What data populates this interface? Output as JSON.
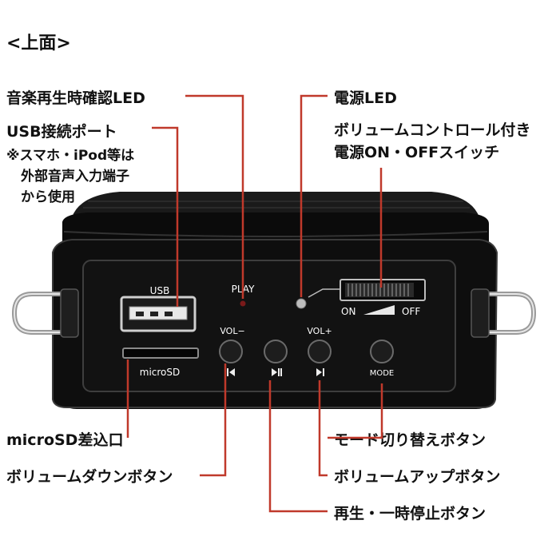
{
  "title": "<上面>",
  "callouts": {
    "play_led": "音楽再生時確認LED",
    "usb_port": "USB接続ポート",
    "usb_note": [
      "※スマホ・iPod等は",
      "外部音声入力端子",
      "から使用"
    ],
    "power_led": "電源LED",
    "volume_switch": [
      "ボリュームコントロール付き",
      "電源ON・OFFスイッチ"
    ],
    "microsd_slot": "microSD差込口",
    "mode_button": "モード切り替えボタン",
    "vol_down_button": "ボリュームダウンボタン",
    "vol_up_button": "ボリュームアップボタン",
    "play_pause_button": "再生・一時停止ボタン"
  },
  "panel": {
    "usb": "USB",
    "play": "PLAY",
    "microsd": "microSD",
    "vol_minus": "VOL−",
    "vol_plus": "VOL+",
    "on": "ON",
    "off": "OFF",
    "mode": "MODE"
  },
  "colors": {
    "leader": "#c0392b",
    "device": "#0b0b0b",
    "panel": "#121212"
  }
}
